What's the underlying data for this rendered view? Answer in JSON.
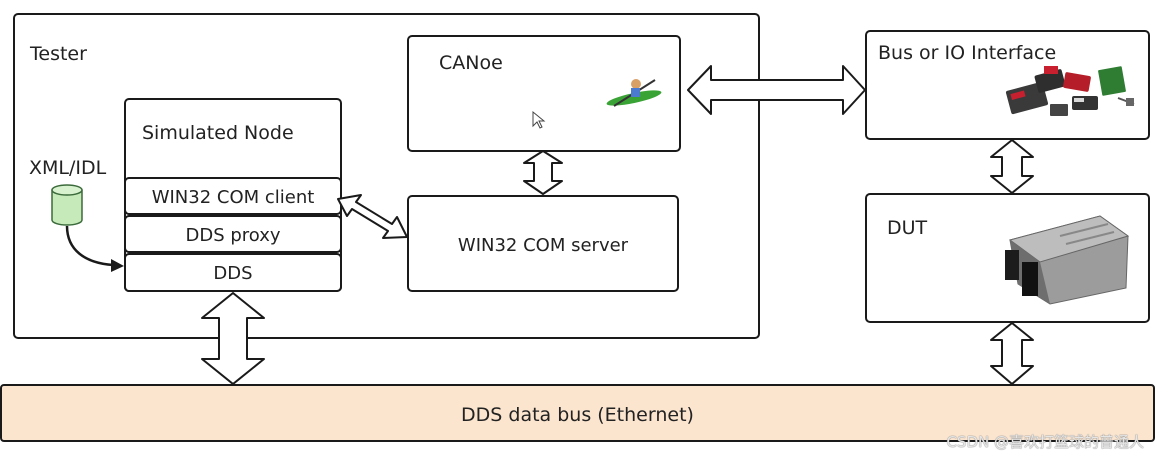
{
  "tester": {
    "label": "Tester"
  },
  "xml_idl": {
    "label": "XML/IDL"
  },
  "simulated_node": {
    "title": "Simulated Node",
    "layers": [
      "WIN32 COM client",
      "DDS proxy",
      "DDS"
    ]
  },
  "canoe": {
    "label": "CANoe"
  },
  "com_server": {
    "label": "WIN32 COM server"
  },
  "bus_interface": {
    "label": "Bus or IO Interface"
  },
  "dut": {
    "label": "DUT"
  },
  "dds_bus": {
    "label": "DDS data bus (Ethernet)"
  },
  "watermark": "CSDN @喜欢打篮球的普通人",
  "colors": {
    "bus_fill": "#fbe5cf",
    "db_icon_fill": "#c6eaba",
    "db_icon_stroke": "#3b6a3b"
  }
}
